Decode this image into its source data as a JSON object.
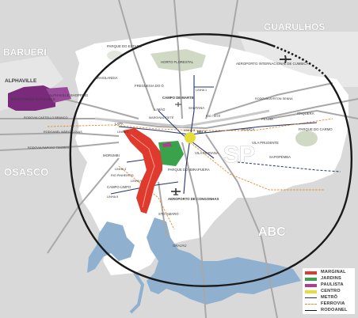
{
  "regions": {
    "guarulhos": "GUARULHOS",
    "barueri": "BARUERI",
    "osasco": "OSASCO",
    "sp": "SP",
    "abc": "ABC",
    "alphaville": "ALPHAVILLE"
  },
  "places": {
    "aeroporto_guarulhos": "AEROPORTO INTERNACIONAL DE CUMBICA",
    "parque_do_estado": "PARQUE DO ESTADO",
    "horto_florestal": "HORTO FLORESTAL",
    "brasilandia": "BRASILANDIA",
    "freguesia": "FREGUESIA DO Ó",
    "campo_de_marte": "CAMPO DE MARTE",
    "limao": "LIMÃO",
    "santana": "SANTANA",
    "lapa": "LAPA",
    "morumbi": "MORUMBI",
    "campo_limpo": "CAMPO LIMPO",
    "parque_ibirapuera": "PARQUE DO IBIRAPUERA",
    "aeroporto_congonhas": "AEROPORTO DE CONGONHAS",
    "santo_amaro": "STO AMARO",
    "grajau": "GRAJAÚ",
    "vila_mariana": "VILA MARIANA",
    "mooca": "MOOCA",
    "vila_prudente": "VILA PRUDENTE",
    "penha": "PENHA",
    "itaquera": "ITAQUERA",
    "parque_do_carmo": "PARQUE DO CARMO",
    "sapopemba": "SAPOPEMBA",
    "escritorios_alphaville": "ESCRITÓRIOS ALPHAVILLE",
    "shopping_alphaville": "ALPHAVILLE SHOPPING",
    "centro_label": "CENTRO",
    "sao_paulo": "BELA"
  },
  "roads": {
    "castello_branco": "RODOVIA CASTELLO BRANCO",
    "rodoanel_covas": "RODOANEL MÁRIO COVAS",
    "raposo_tavares": "RODOVIA RAPOSO TAVARES",
    "ayrton_senna": "RODOVIA AYRTON SENNA",
    "marginal_tiete": "MARGINAL TIETÊ",
    "linha_1": "LINHA 1",
    "linha_2": "LINHA 2",
    "linha_3": "LINHA 3",
    "linha_4": "LINHA 4",
    "linha_5": "LINHA 5",
    "linha_9": "LINHA 9",
    "rio_pinheiros": "RIO PINHEIROS",
    "rio_tiete": "RIO TIETÊ"
  },
  "legend": {
    "items": [
      {
        "label": "MARGINAL",
        "color": "#e03a2e",
        "style": "fill"
      },
      {
        "label": "JARDINS",
        "color": "#3aa24a",
        "style": "fill"
      },
      {
        "label": "PAULISTA",
        "color": "#b43a8c",
        "style": "fill"
      },
      {
        "label": "CENTRO",
        "color": "#e5de3a",
        "style": "fill"
      },
      {
        "label": "METRÔ",
        "color": "#27336a",
        "style": "line"
      },
      {
        "label": "FERROVIA",
        "color": "#e68a2e",
        "style": "dash"
      },
      {
        "label": "RODOANEL",
        "color": "#111111",
        "style": "line"
      }
    ]
  },
  "colors": {
    "background": "#d9d9d9",
    "city": "#ffffff",
    "water": "#8fb1cf",
    "park": "#cfd9c4",
    "rodoanel": "#1a1a1a",
    "metro": "#27336a",
    "ferrovia": "#e68a2e",
    "marginal": "#e03a2e",
    "jardins": "#3aa24a",
    "paulista": "#b43a8c",
    "centro": "#e5de3a"
  }
}
